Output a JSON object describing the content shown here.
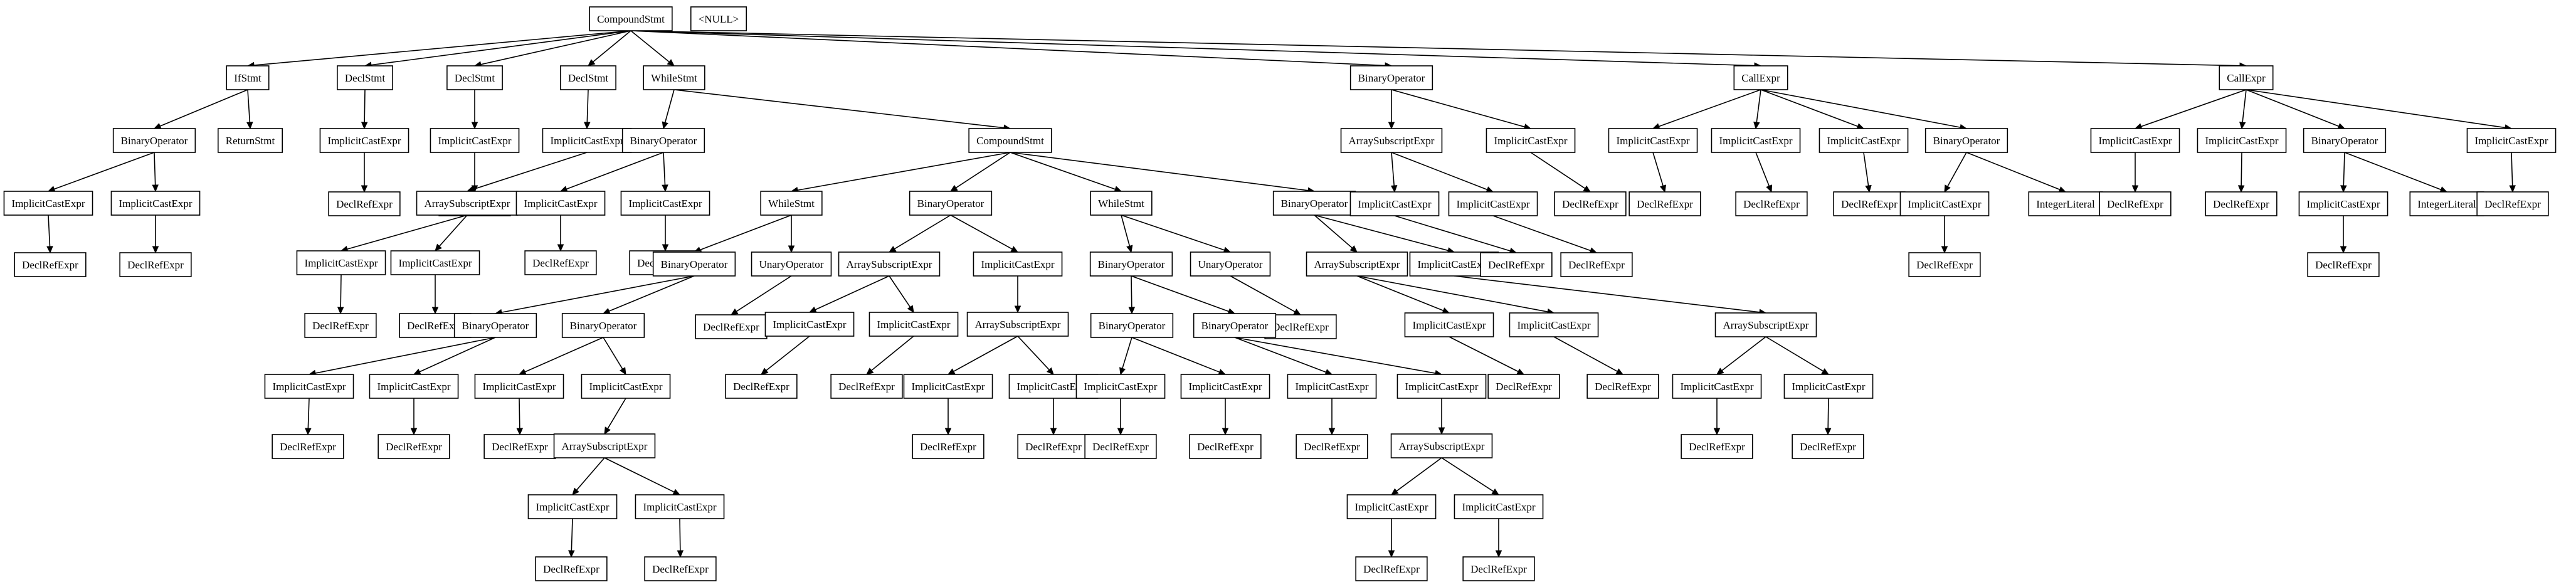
{
  "diagram": {
    "type": "tree",
    "nodes": [
      {
        "id": "n0",
        "label": "CompoundStmt"
      },
      {
        "id": "null",
        "label": "<NULL>"
      },
      {
        "id": "n1",
        "label": "IfStmt"
      },
      {
        "id": "n2",
        "label": "DeclStmt"
      },
      {
        "id": "n3",
        "label": "DeclStmt"
      },
      {
        "id": "n4",
        "label": "DeclStmt"
      },
      {
        "id": "n5",
        "label": "WhileStmt"
      },
      {
        "id": "n6",
        "label": "BinaryOperator"
      },
      {
        "id": "n7",
        "label": "CallExpr"
      },
      {
        "id": "n8",
        "label": "CallExpr"
      },
      {
        "id": "a1",
        "label": "BinaryOperator"
      },
      {
        "id": "a2",
        "label": "ReturnStmt"
      },
      {
        "id": "a3",
        "label": "ImplicitCastExpr"
      },
      {
        "id": "a4",
        "label": "ImplicitCastExpr"
      },
      {
        "id": "a5",
        "label": "DeclRefExpr"
      },
      {
        "id": "a6",
        "label": "DeclRefExpr"
      },
      {
        "id": "b1",
        "label": "ImplicitCastExpr"
      },
      {
        "id": "b2",
        "label": "DeclRefExpr"
      },
      {
        "id": "c1",
        "label": "ImplicitCastExpr"
      },
      {
        "id": "c2",
        "label": "DeclRefExpr"
      },
      {
        "id": "d1",
        "label": "ImplicitCastExpr"
      },
      {
        "id": "d2",
        "label": "ArraySubscriptExpr"
      },
      {
        "id": "d3",
        "label": "ImplicitCastExpr"
      },
      {
        "id": "d4",
        "label": "ImplicitCastExpr"
      },
      {
        "id": "d5",
        "label": "DeclRefExpr"
      },
      {
        "id": "d6",
        "label": "DeclRefExpr"
      },
      {
        "id": "e1",
        "label": "BinaryOperator"
      },
      {
        "id": "e2",
        "label": "CompoundStmt"
      },
      {
        "id": "e3",
        "label": "ImplicitCastExpr"
      },
      {
        "id": "e4",
        "label": "ImplicitCastExpr"
      },
      {
        "id": "e5",
        "label": "DeclRefExpr"
      },
      {
        "id": "e6",
        "label": "DeclRefExpr"
      },
      {
        "id": "f1",
        "label": "WhileStmt"
      },
      {
        "id": "f2",
        "label": "BinaryOperator"
      },
      {
        "id": "f3",
        "label": "WhileStmt"
      },
      {
        "id": "f4",
        "label": "BinaryOperator"
      },
      {
        "id": "g1",
        "label": "BinaryOperator"
      },
      {
        "id": "g2",
        "label": "UnaryOperator"
      },
      {
        "id": "g3",
        "label": "DeclRefExpr"
      },
      {
        "id": "g4",
        "label": "BinaryOperator"
      },
      {
        "id": "g5",
        "label": "BinaryOperator"
      },
      {
        "id": "g6",
        "label": "ImplicitCastExpr"
      },
      {
        "id": "g7",
        "label": "ImplicitCastExpr"
      },
      {
        "id": "g8",
        "label": "DeclRefExpr"
      },
      {
        "id": "g9",
        "label": "DeclRefExpr"
      },
      {
        "id": "g10",
        "label": "ImplicitCastExpr"
      },
      {
        "id": "g11",
        "label": "ImplicitCastExpr"
      },
      {
        "id": "g12",
        "label": "DeclRefExpr"
      },
      {
        "id": "g13",
        "label": "ArraySubscriptExpr"
      },
      {
        "id": "g14",
        "label": "ImplicitCastExpr"
      },
      {
        "id": "g15",
        "label": "ImplicitCastExpr"
      },
      {
        "id": "g16",
        "label": "DeclRefExpr"
      },
      {
        "id": "g17",
        "label": "DeclRefExpr"
      },
      {
        "id": "h1",
        "label": "ArraySubscriptExpr"
      },
      {
        "id": "h2",
        "label": "ImplicitCastExpr"
      },
      {
        "id": "h3",
        "label": "ImplicitCastExpr"
      },
      {
        "id": "h4",
        "label": "ImplicitCastExpr"
      },
      {
        "id": "h5",
        "label": "DeclRefExpr"
      },
      {
        "id": "h6",
        "label": "DeclRefExpr"
      },
      {
        "id": "h7",
        "label": "ArraySubscriptExpr"
      },
      {
        "id": "h8",
        "label": "ImplicitCastExpr"
      },
      {
        "id": "h9",
        "label": "ImplicitCastExpr"
      },
      {
        "id": "h10",
        "label": "DeclRefExpr"
      },
      {
        "id": "h11",
        "label": "DeclRefExpr"
      },
      {
        "id": "i1",
        "label": "BinaryOperator"
      },
      {
        "id": "i2",
        "label": "UnaryOperator"
      },
      {
        "id": "i3",
        "label": "DeclRefExpr"
      },
      {
        "id": "i4",
        "label": "BinaryOperator"
      },
      {
        "id": "i5",
        "label": "BinaryOperator"
      },
      {
        "id": "i6",
        "label": "ImplicitCastExpr"
      },
      {
        "id": "i7",
        "label": "ImplicitCastExpr"
      },
      {
        "id": "i8",
        "label": "DeclRefExpr"
      },
      {
        "id": "i9",
        "label": "DeclRefExpr"
      },
      {
        "id": "i10",
        "label": "ImplicitCastExpr"
      },
      {
        "id": "i11",
        "label": "ImplicitCastExpr"
      },
      {
        "id": "i12",
        "label": "DeclRefExpr"
      },
      {
        "id": "i13",
        "label": "ArraySubscriptExpr"
      },
      {
        "id": "i14",
        "label": "ImplicitCastExpr"
      },
      {
        "id": "i15",
        "label": "ImplicitCastExpr"
      },
      {
        "id": "i16",
        "label": "DeclRefExpr"
      },
      {
        "id": "i17",
        "label": "DeclRefExpr"
      },
      {
        "id": "j1",
        "label": "ArraySubscriptExpr"
      },
      {
        "id": "j2",
        "label": "ImplicitCastExpr"
      },
      {
        "id": "j3",
        "label": "ImplicitCastExpr"
      },
      {
        "id": "j4",
        "label": "ImplicitCastExpr"
      },
      {
        "id": "j5",
        "label": "DeclRefExpr"
      },
      {
        "id": "j6",
        "label": "DeclRefExpr"
      },
      {
        "id": "j7",
        "label": "ArraySubscriptExpr"
      },
      {
        "id": "j8",
        "label": "ImplicitCastExpr"
      },
      {
        "id": "j9",
        "label": "ImplicitCastExpr"
      },
      {
        "id": "j10",
        "label": "DeclRefExpr"
      },
      {
        "id": "j11",
        "label": "DeclRefExpr"
      },
      {
        "id": "k1",
        "label": "ArraySubscriptExpr"
      },
      {
        "id": "k2",
        "label": "ImplicitCastExpr"
      },
      {
        "id": "k3",
        "label": "ImplicitCastExpr"
      },
      {
        "id": "k4",
        "label": "ImplicitCastExpr"
      },
      {
        "id": "k5",
        "label": "DeclRefExpr"
      },
      {
        "id": "k6",
        "label": "DeclRefExpr"
      },
      {
        "id": "k7",
        "label": "DeclRefExpr"
      },
      {
        "id": "l1",
        "label": "ImplicitCastExpr"
      },
      {
        "id": "l2",
        "label": "ImplicitCastExpr"
      },
      {
        "id": "l3",
        "label": "ImplicitCastExpr"
      },
      {
        "id": "l4",
        "label": "BinaryOperator"
      },
      {
        "id": "l5",
        "label": "DeclRefExpr"
      },
      {
        "id": "l6",
        "label": "DeclRefExpr"
      },
      {
        "id": "l7",
        "label": "DeclRefExpr"
      },
      {
        "id": "l8",
        "label": "ImplicitCastExpr"
      },
      {
        "id": "l9",
        "label": "IntegerLiteral"
      },
      {
        "id": "l10",
        "label": "DeclRefExpr"
      },
      {
        "id": "m1",
        "label": "ImplicitCastExpr"
      },
      {
        "id": "m2",
        "label": "ImplicitCastExpr"
      },
      {
        "id": "m3",
        "label": "BinaryOperator"
      },
      {
        "id": "m4",
        "label": "ImplicitCastExpr"
      },
      {
        "id": "m5",
        "label": "DeclRefExpr"
      },
      {
        "id": "m6",
        "label": "DeclRefExpr"
      },
      {
        "id": "m7",
        "label": "ImplicitCastExpr"
      },
      {
        "id": "m8",
        "label": "IntegerLiteral"
      },
      {
        "id": "m9",
        "label": "DeclRefExpr"
      },
      {
        "id": "m10",
        "label": "DeclRefExpr"
      }
    ],
    "edges": [
      [
        "n0",
        "n1"
      ],
      [
        "n0",
        "n2"
      ],
      [
        "n0",
        "n3"
      ],
      [
        "n0",
        "n4"
      ],
      [
        "n0",
        "n5"
      ],
      [
        "n0",
        "n6"
      ],
      [
        "n0",
        "n7"
      ],
      [
        "n0",
        "n8"
      ],
      [
        "n1",
        "a1"
      ],
      [
        "n1",
        "a2"
      ],
      [
        "a1",
        "a3"
      ],
      [
        "a1",
        "a4"
      ],
      [
        "a3",
        "a5"
      ],
      [
        "a4",
        "a6"
      ],
      [
        "n2",
        "b1"
      ],
      [
        "b1",
        "b2"
      ],
      [
        "n3",
        "c1"
      ],
      [
        "c1",
        "c2"
      ],
      [
        "n4",
        "d1"
      ],
      [
        "d1",
        "d2"
      ],
      [
        "d2",
        "d3"
      ],
      [
        "d2",
        "d4"
      ],
      [
        "d3",
        "d5"
      ],
      [
        "d4",
        "d6"
      ],
      [
        "n5",
        "e1"
      ],
      [
        "n5",
        "e2"
      ],
      [
        "e1",
        "e3"
      ],
      [
        "e1",
        "e4"
      ],
      [
        "e3",
        "e5"
      ],
      [
        "e4",
        "e6"
      ],
      [
        "e2",
        "f1"
      ],
      [
        "e2",
        "f2"
      ],
      [
        "e2",
        "f3"
      ],
      [
        "e2",
        "f4"
      ],
      [
        "f1",
        "g1"
      ],
      [
        "f1",
        "g2"
      ],
      [
        "g2",
        "g3"
      ],
      [
        "g1",
        "g4"
      ],
      [
        "g1",
        "g5"
      ],
      [
        "g4",
        "g6"
      ],
      [
        "g4",
        "g7"
      ],
      [
        "g6",
        "g8"
      ],
      [
        "g7",
        "g9"
      ],
      [
        "g5",
        "g10"
      ],
      [
        "g5",
        "g11"
      ],
      [
        "g10",
        "g12"
      ],
      [
        "g11",
        "g13"
      ],
      [
        "g13",
        "g14"
      ],
      [
        "g13",
        "g15"
      ],
      [
        "g14",
        "g16"
      ],
      [
        "g15",
        "g17"
      ],
      [
        "f2",
        "h1"
      ],
      [
        "f2",
        "h2"
      ],
      [
        "h1",
        "h3"
      ],
      [
        "h1",
        "h4"
      ],
      [
        "h3",
        "h5"
      ],
      [
        "h4",
        "h6"
      ],
      [
        "h2",
        "h7"
      ],
      [
        "h7",
        "h8"
      ],
      [
        "h7",
        "h9"
      ],
      [
        "h8",
        "h10"
      ],
      [
        "h9",
        "h11"
      ],
      [
        "f3",
        "i1"
      ],
      [
        "f3",
        "i2"
      ],
      [
        "i2",
        "i3"
      ],
      [
        "i1",
        "i4"
      ],
      [
        "i1",
        "i5"
      ],
      [
        "i4",
        "i6"
      ],
      [
        "i4",
        "i7"
      ],
      [
        "i6",
        "i8"
      ],
      [
        "i7",
        "i9"
      ],
      [
        "i5",
        "i10"
      ],
      [
        "i5",
        "i11"
      ],
      [
        "i10",
        "i12"
      ],
      [
        "i11",
        "i13"
      ],
      [
        "i13",
        "i14"
      ],
      [
        "i13",
        "i15"
      ],
      [
        "i14",
        "i16"
      ],
      [
        "i15",
        "i17"
      ],
      [
        "f4",
        "j1"
      ],
      [
        "f4",
        "j4"
      ],
      [
        "j1",
        "j2"
      ],
      [
        "j1",
        "j3"
      ],
      [
        "j2",
        "j5"
      ],
      [
        "j3",
        "j6"
      ],
      [
        "j4",
        "j7"
      ],
      [
        "j7",
        "j8"
      ],
      [
        "j7",
        "j9"
      ],
      [
        "j8",
        "j10"
      ],
      [
        "j9",
        "j11"
      ],
      [
        "n6",
        "k1"
      ],
      [
        "n6",
        "k4"
      ],
      [
        "k1",
        "k2"
      ],
      [
        "k1",
        "k3"
      ],
      [
        "k2",
        "k5"
      ],
      [
        "k3",
        "k6"
      ],
      [
        "k4",
        "k7"
      ],
      [
        "n7",
        "l1"
      ],
      [
        "n7",
        "l2"
      ],
      [
        "n7",
        "l3"
      ],
      [
        "n7",
        "l4"
      ],
      [
        "l1",
        "l5"
      ],
      [
        "l2",
        "l6"
      ],
      [
        "l3",
        "l7"
      ],
      [
        "l4",
        "l8"
      ],
      [
        "l4",
        "l9"
      ],
      [
        "l8",
        "l10"
      ],
      [
        "n8",
        "m1"
      ],
      [
        "n8",
        "m2"
      ],
      [
        "n8",
        "m3"
      ],
      [
        "n8",
        "m4"
      ],
      [
        "m1",
        "m5"
      ],
      [
        "m2",
        "m6"
      ],
      [
        "m3",
        "m7"
      ],
      [
        "m3",
        "m8"
      ],
      [
        "m7",
        "m9"
      ],
      [
        "m4",
        "m10"
      ]
    ]
  }
}
